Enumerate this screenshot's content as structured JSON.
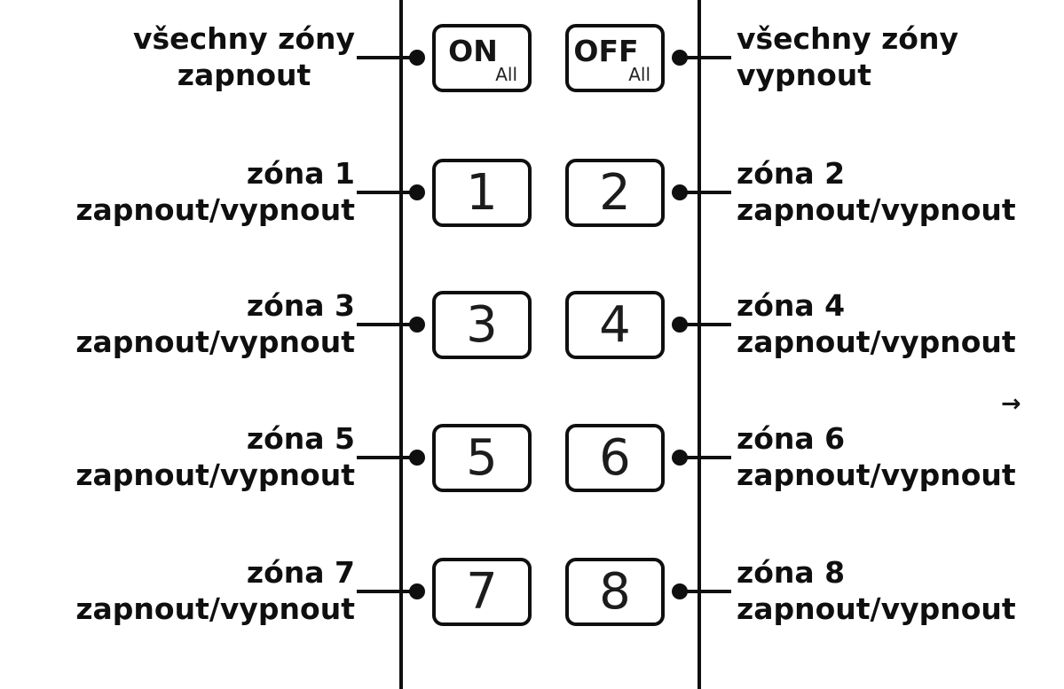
{
  "diagram": {
    "colors": {
      "ink": "#0f0f0f",
      "background": "#ffffff"
    },
    "arrow_icon": "→",
    "rows": [
      {
        "left_label_line1": "všechny zóny",
        "left_label_line2": "zapnout",
        "left_button_label": "ON",
        "left_button_sublabel": "All",
        "right_button_label": "OFF",
        "right_button_sublabel": "All",
        "right_label_line1": "všechny zóny",
        "right_label_line2": "vypnout"
      },
      {
        "left_label_line1": "zóna 1",
        "left_label_line2": "zapnout/vypnout",
        "left_button_label": "1",
        "right_button_label": "2",
        "right_label_line1": "zóna 2",
        "right_label_line2": "zapnout/vypnout"
      },
      {
        "left_label_line1": "zóna 3",
        "left_label_line2": "zapnout/vypnout",
        "left_button_label": "3",
        "right_button_label": "4",
        "right_label_line1": "zóna 4",
        "right_label_line2": "zapnout/vypnout"
      },
      {
        "left_label_line1": "zóna 5",
        "left_label_line2": "zapnout/vypnout",
        "left_button_label": "5",
        "right_button_label": "6",
        "right_label_line1": "zóna 6",
        "right_label_line2": "zapnout/vypnout"
      },
      {
        "left_label_line1": "zóna 7",
        "left_label_line2": "zapnout/vypnout",
        "left_button_label": "7",
        "right_button_label": "8",
        "right_label_line1": "zóna 8",
        "right_label_line2": "zapnout/vypnout"
      }
    ]
  }
}
